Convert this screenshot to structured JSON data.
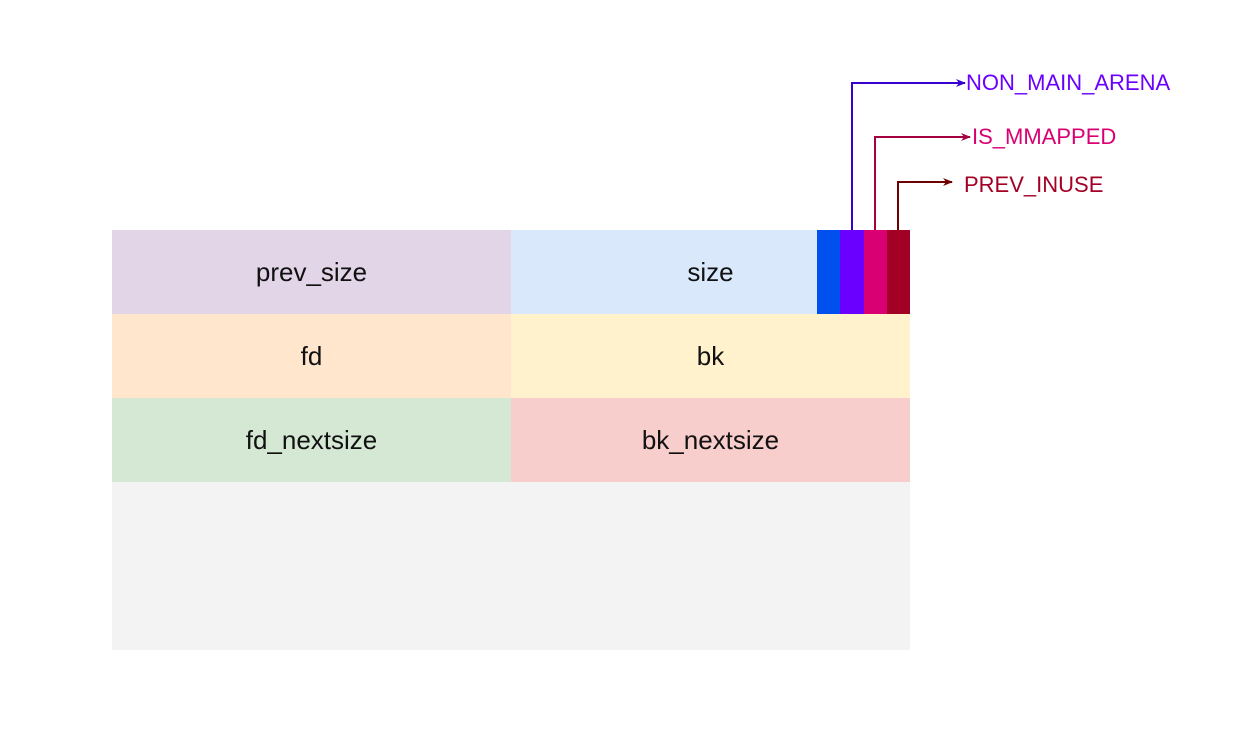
{
  "chunk": {
    "fields": {
      "prev_size": "prev_size",
      "size": "size",
      "fd": "fd",
      "bk": "bk",
      "fd_nextsize": "fd_nextsize",
      "bk_nextsize": "bk_nextsize"
    },
    "colors": {
      "prev_size": "#e1d5e7",
      "size": "#dae8fc",
      "fd": "#ffe6cc",
      "bk": "#fff2cc",
      "fd_nextsize": "#d5e8d4",
      "bk_nextsize": "#f8cecc",
      "user_data": "#f3f3f3"
    }
  },
  "flags": [
    {
      "key": "non_main_arena",
      "label": "NON_MAIN_ARENA",
      "color": "#6a00ff",
      "bit_color": "#6a00ff"
    },
    {
      "key": "is_mmapped",
      "label": "IS_MMAPPED",
      "color": "#d80073",
      "bit_color": "#d80073"
    },
    {
      "key": "prev_inuse",
      "label": "PREV_INUSE",
      "color": "#a20025",
      "bit_color": "#a20025"
    }
  ],
  "extra_bit_color": "#0050ef"
}
